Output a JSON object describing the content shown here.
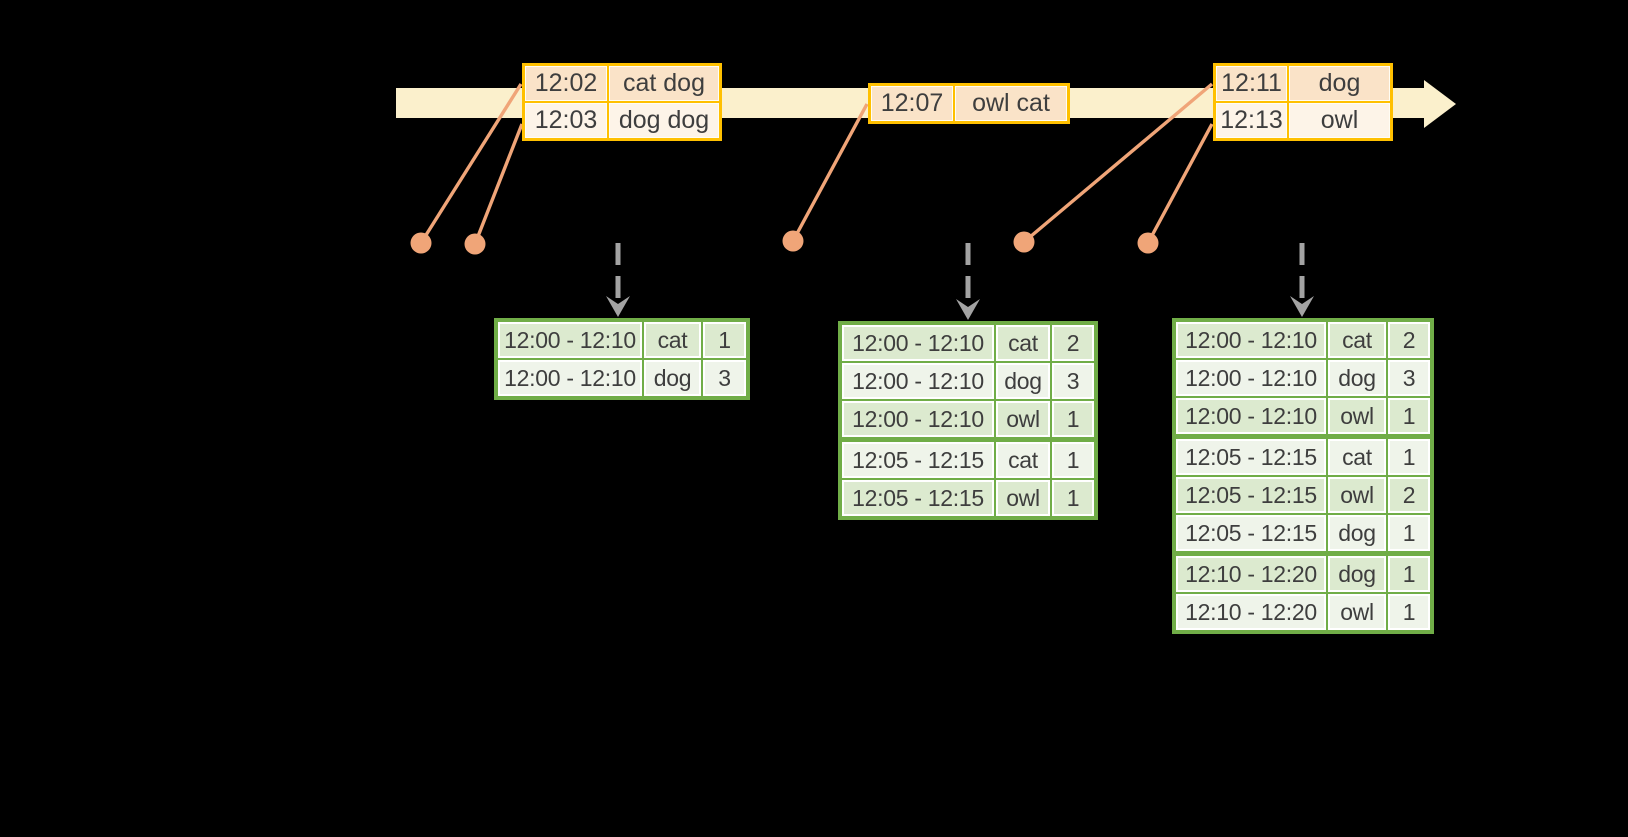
{
  "event_tables": [
    {
      "title": "event-table-1",
      "rows": [
        {
          "time": "12:02",
          "words": "cat dog"
        },
        {
          "time": "12:03",
          "words": "dog dog"
        }
      ]
    },
    {
      "title": "event-table-2",
      "rows": [
        {
          "time": "12:07",
          "words": "owl cat"
        }
      ]
    },
    {
      "title": "event-table-3",
      "rows": [
        {
          "time": "12:11",
          "words": "dog"
        },
        {
          "time": "12:13",
          "words": "owl"
        }
      ]
    }
  ],
  "result_tables": [
    {
      "title": "result-table-1",
      "rows": [
        {
          "window": "12:00 - 12:10",
          "word": "cat",
          "count": "1"
        },
        {
          "window": "12:00 - 12:10",
          "word": "dog",
          "count": "3"
        }
      ]
    },
    {
      "title": "result-table-2",
      "rows": [
        {
          "window": "12:00 - 12:10",
          "word": "cat",
          "count": "2"
        },
        {
          "window": "12:00 - 12:10",
          "word": "dog",
          "count": "3"
        },
        {
          "window": "12:00 - 12:10",
          "word": "owl",
          "count": "1"
        },
        {
          "window": "12:05 - 12:15",
          "word": "cat",
          "count": "1"
        },
        {
          "window": "12:05 - 12:15",
          "word": "owl",
          "count": "1"
        }
      ]
    },
    {
      "title": "result-table-3",
      "rows": [
        {
          "window": "12:00 - 12:10",
          "word": "cat",
          "count": "2"
        },
        {
          "window": "12:00 - 12:10",
          "word": "dog",
          "count": "3"
        },
        {
          "window": "12:00 - 12:10",
          "word": "owl",
          "count": "1"
        },
        {
          "window": "12:05 - 12:15",
          "word": "cat",
          "count": "1"
        },
        {
          "window": "12:05 - 12:15",
          "word": "owl",
          "count": "2"
        },
        {
          "window": "12:05 - 12:15",
          "word": "dog",
          "count": "1"
        },
        {
          "window": "12:10 - 12:20",
          "word": "dog",
          "count": "1"
        },
        {
          "window": "12:10 - 12:20",
          "word": "owl",
          "count": "1"
        }
      ]
    }
  ],
  "icons": {
    "timeline-arrow": "right-filled-arrow",
    "event-dot": "filled-circle",
    "event-connector-line": "diagonal-line",
    "trigger-arrow": "dashed-down-arrow"
  },
  "colors": {
    "background": "#000000",
    "timeline_band": "#fbf0cc",
    "event_table_border": "#ffc000",
    "event_cell_dark": "#fae3c8",
    "event_cell_light": "#fdf4e8",
    "dot_and_line": "#f0a578",
    "trigger_arrow_gray": "#a3a3a3",
    "result_table_border": "#70ad47",
    "result_cell_dark": "#dceacf",
    "result_cell_light": "#eff4ea",
    "text": "#3e3e3e"
  }
}
